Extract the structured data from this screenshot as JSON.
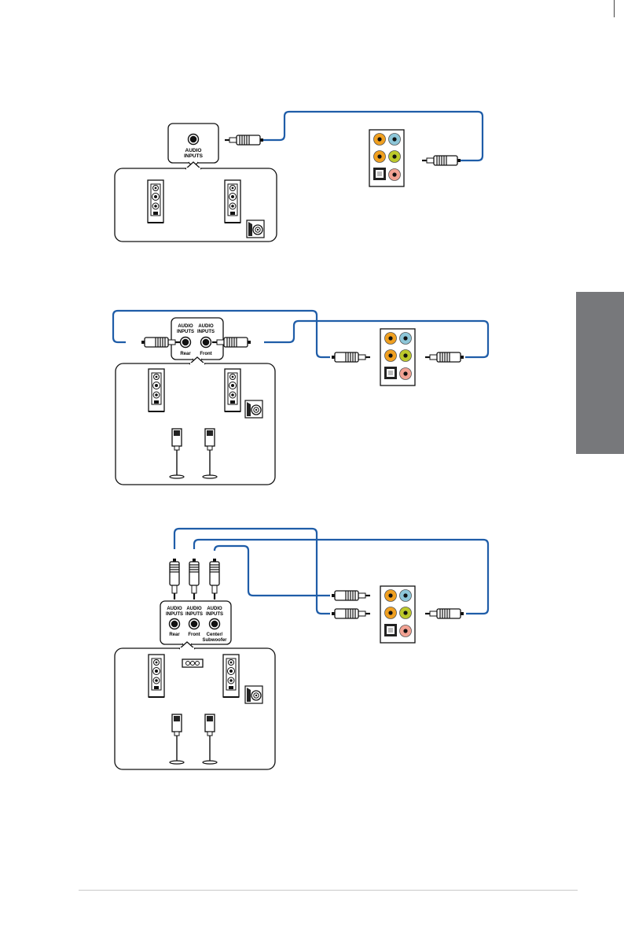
{
  "colors": {
    "cable": "#1f5da8",
    "orange_jack": "#f0a020",
    "lime_jack": "#bcc92b",
    "blue_jack": "#8dc6d8",
    "pink_jack": "#f2a293",
    "side_tab": "#77787b"
  },
  "diagram1": {
    "audio_inputs_label": "AUDIO INPUTS"
  },
  "diagram2": {
    "jacks": [
      {
        "label": "AUDIO INPUTS",
        "sublabel": "Rear"
      },
      {
        "label": "AUDIO INPUTS",
        "sublabel": "Front"
      }
    ]
  },
  "diagram3": {
    "jacks": [
      {
        "label": "AUDIO INPUTS",
        "sublabel": "Rear"
      },
      {
        "label": "AUDIO INPUTS",
        "sublabel": "Front"
      },
      {
        "label": "AUDIO INPUTS",
        "sublabel": "Center/ Subwoofer"
      }
    ]
  },
  "icons": [
    "tower-speaker-icon",
    "subwoofer-icon",
    "satellite-speaker-icon",
    "center-speaker-icon",
    "rear-io-panel-icon",
    "audio-plug-icon",
    "optical-port-icon"
  ]
}
